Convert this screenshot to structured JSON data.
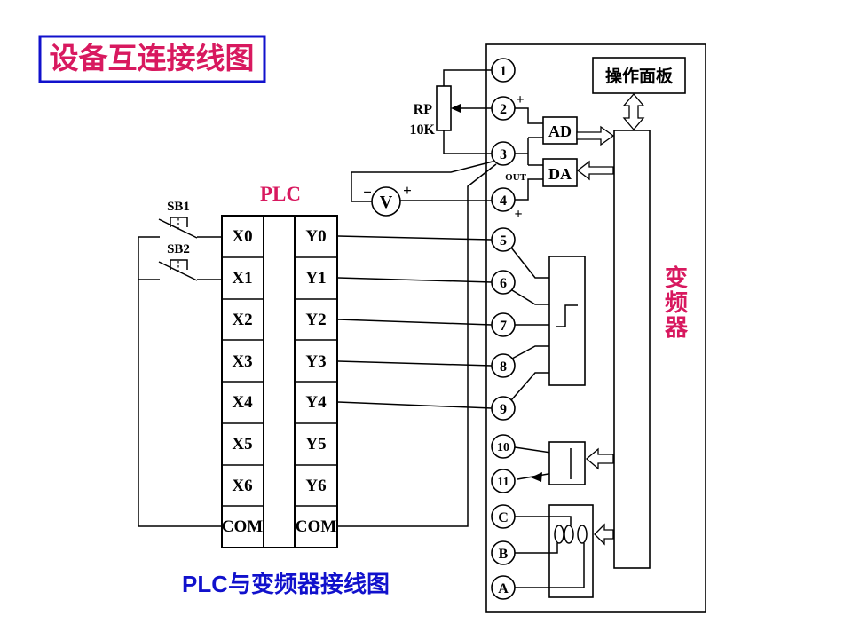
{
  "slide": {
    "title": "设备互连接线图",
    "caption": "PLC与变频器接线图"
  },
  "colors": {
    "accent_red": "#d8195f",
    "accent_blue": "#1111cc",
    "line": "#000000",
    "background": "#ffffff"
  },
  "plc": {
    "label": "PLC",
    "inputs": [
      "X0",
      "X1",
      "X2",
      "X3",
      "X4",
      "X5",
      "X6",
      "COM"
    ],
    "outputs": [
      "Y0",
      "Y1",
      "Y2",
      "Y3",
      "Y4",
      "Y5",
      "Y6",
      "COM"
    ]
  },
  "buttons": {
    "sb1": "SB1",
    "sb2": "SB2"
  },
  "potentiometer": {
    "name": "RP",
    "value": "10K"
  },
  "voltmeter": {
    "label": "V",
    "minus": "−",
    "plus": "+"
  },
  "inverter": {
    "name": "变频器",
    "name_chars": [
      "变",
      "频",
      "器"
    ],
    "panel_label": "操作面板",
    "ad_label": "AD",
    "da_label": "DA",
    "out_label": "OUT",
    "plus_terminal2": "+",
    "plus_terminal4": "+",
    "terminals": [
      "1",
      "2",
      "3",
      "4",
      "5",
      "6",
      "7",
      "8",
      "9",
      "10",
      "11",
      "C",
      "B",
      "A"
    ]
  }
}
